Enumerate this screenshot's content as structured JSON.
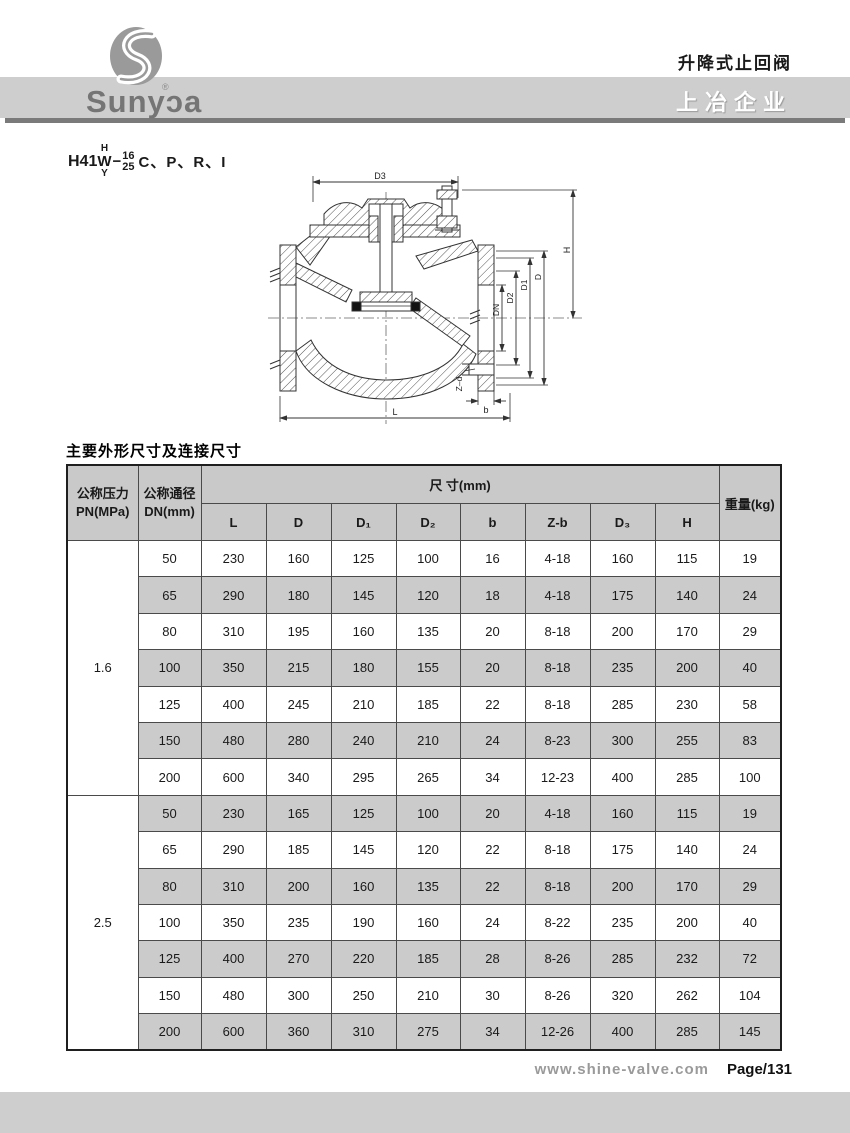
{
  "header": {
    "logo_text": "Sunyɔa",
    "logo_reg": "®",
    "topic": "升降式止回阀",
    "company": "上冶企业",
    "band_color": "#cecece",
    "rule_color": "#7a7a7a"
  },
  "model": {
    "prefix": "H41",
    "stack_top": "H",
    "stack_mid": "W",
    "stack_bottom": "Y",
    "dash": "−",
    "frac_top": "16",
    "frac_bottom": "25",
    "suffix": "C、P、R、I"
  },
  "drawing": {
    "labels": {
      "d3": "D3",
      "h": "H",
      "dn": "DN",
      "d2": "D2",
      "d1": "D1",
      "d": "D",
      "zd": "Z–d",
      "b": "b",
      "l": "L"
    }
  },
  "section_title": "主要外形尺寸及连接尺寸",
  "table": {
    "col_pressure_line1": "公称压力",
    "col_pressure_line2": "PN(MPa)",
    "col_dn_line1": "公称通径",
    "col_dn_line2": "DN(mm)",
    "dim_header": "尺 寸(mm)",
    "weight_header": "重量(kg)",
    "dim_cols": [
      "L",
      "D",
      "D₁",
      "D₂",
      "b",
      "Z-b",
      "D₃",
      "H"
    ],
    "groups": [
      {
        "pn": "1.6",
        "rows": [
          [
            "50",
            "230",
            "160",
            "125",
            "100",
            "16",
            "4-18",
            "160",
            "115",
            "19"
          ],
          [
            "65",
            "290",
            "180",
            "145",
            "120",
            "18",
            "4-18",
            "175",
            "140",
            "24"
          ],
          [
            "80",
            "310",
            "195",
            "160",
            "135",
            "20",
            "8-18",
            "200",
            "170",
            "29"
          ],
          [
            "100",
            "350",
            "215",
            "180",
            "155",
            "20",
            "8-18",
            "235",
            "200",
            "40"
          ],
          [
            "125",
            "400",
            "245",
            "210",
            "185",
            "22",
            "8-18",
            "285",
            "230",
            "58"
          ],
          [
            "150",
            "480",
            "280",
            "240",
            "210",
            "24",
            "8-23",
            "300",
            "255",
            "83"
          ],
          [
            "200",
            "600",
            "340",
            "295",
            "265",
            "34",
            "12-23",
            "400",
            "285",
            "100"
          ]
        ]
      },
      {
        "pn": "2.5",
        "rows": [
          [
            "50",
            "230",
            "165",
            "125",
            "100",
            "20",
            "4-18",
            "160",
            "115",
            "19"
          ],
          [
            "65",
            "290",
            "185",
            "145",
            "120",
            "22",
            "8-18",
            "175",
            "140",
            "24"
          ],
          [
            "80",
            "310",
            "200",
            "160",
            "135",
            "22",
            "8-18",
            "200",
            "170",
            "29"
          ],
          [
            "100",
            "350",
            "235",
            "190",
            "160",
            "24",
            "8-22",
            "235",
            "200",
            "40"
          ],
          [
            "125",
            "400",
            "270",
            "220",
            "185",
            "28",
            "8-26",
            "285",
            "232",
            "72"
          ],
          [
            "150",
            "480",
            "300",
            "250",
            "210",
            "30",
            "8-26",
            "320",
            "262",
            "104"
          ],
          [
            "200",
            "600",
            "360",
            "310",
            "275",
            "34",
            "12-26",
            "400",
            "285",
            "145"
          ]
        ]
      }
    ]
  },
  "footer": {
    "website": "www.shine-valve.com",
    "page": "Page/131"
  }
}
